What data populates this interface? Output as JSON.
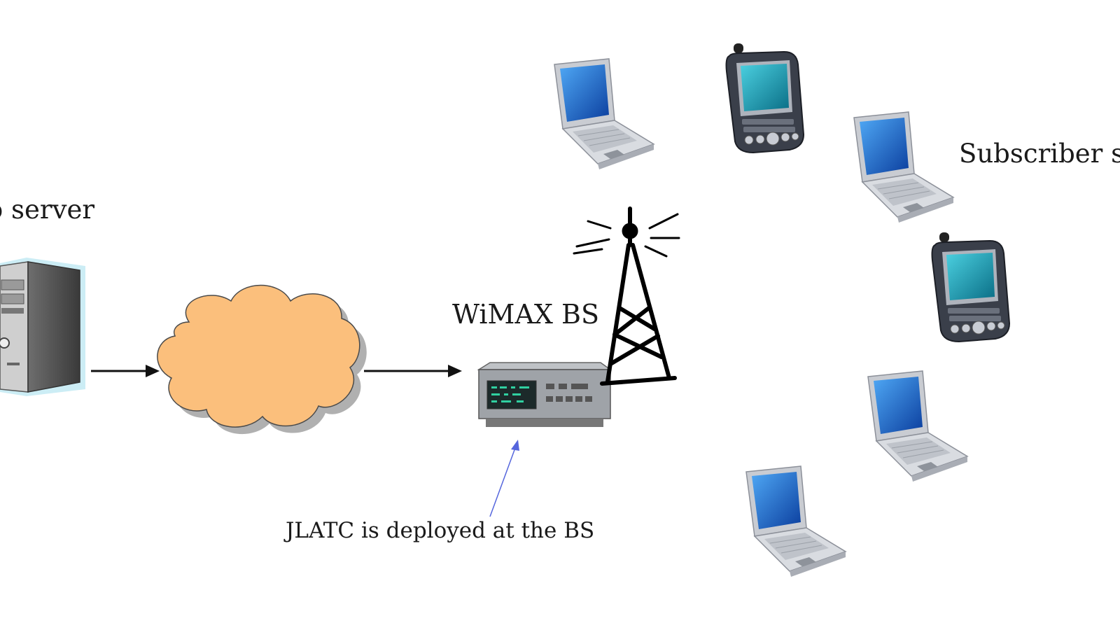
{
  "labels": {
    "server": "o server",
    "base_station": "WiMAX BS",
    "subscriber": "Subscriber st",
    "note": "JLATC is deployed at the BS"
  },
  "icons": {
    "server": "server-tower-icon",
    "network": "cloud-icon",
    "base_station": "wimax-base-station-icon",
    "antenna": "radio-tower-icon",
    "laptop": "laptop-icon",
    "pda": "pda-icon"
  },
  "colors": {
    "cloud_fill": "#FBBF7C",
    "screen_blue": "#1C6FD6",
    "pda_screen": "#1AA0B8",
    "arrow": "#111111",
    "note_arrow": "#5566DD"
  }
}
